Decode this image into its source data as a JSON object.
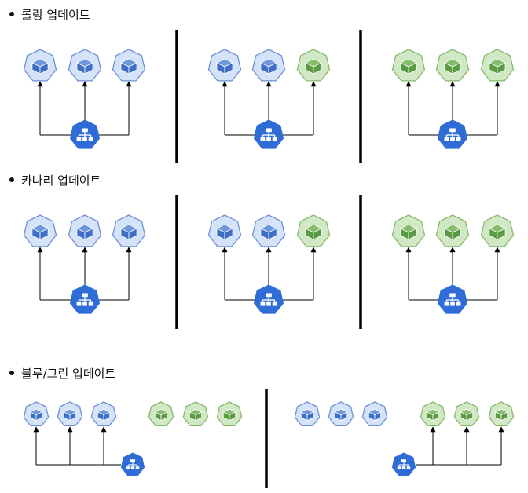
{
  "sections": [
    {
      "title": "롤링 업데이트"
    },
    {
      "title": "카나리 업데이트"
    },
    {
      "title": "블루/그린 업데이트"
    }
  ],
  "colors": {
    "pod_blue_fill": "#d5e3f8",
    "pod_blue_stroke": "#6f8fd3",
    "pod_green_fill": "#d1e8c4",
    "pod_green_stroke": "#86b96e",
    "lb_fill": "#2f6cd6",
    "line": "#000000"
  },
  "icons": {
    "pod": "kubernetes-pod-cube-icon",
    "service": "kubernetes-service-network-icon"
  }
}
